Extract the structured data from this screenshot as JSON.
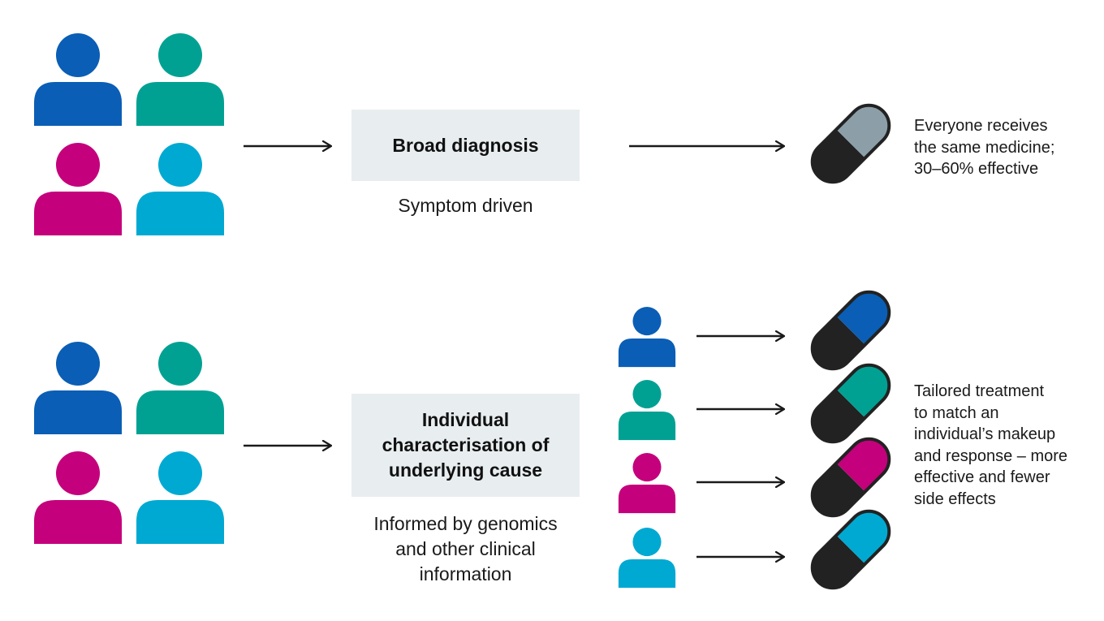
{
  "colors": {
    "dark_blue": "#0a5eb5",
    "teal": "#00a193",
    "magenta": "#c4007c",
    "light_blue": "#00a9d2",
    "pill_grey": "#8c9fa9",
    "pill_dark": "#222222",
    "box_background": "#e8edf0"
  },
  "icons": {
    "person": "person-icon",
    "arrow": "right-arrow-icon",
    "pill": "capsule-pill-icon"
  },
  "top_row": {
    "box_label": "Broad diagnosis",
    "caption": "Symptom driven",
    "outcome": "Everyone receives\nthe same medicine;\n30–60% effective",
    "patient_colors": [
      "dark_blue",
      "teal",
      "magenta",
      "light_blue"
    ],
    "pill_color": "pill_grey"
  },
  "bottom_row": {
    "box_label": "Individual\ncharacterisation of\nunderlying cause",
    "caption": "Informed by genomics\nand other clinical\ninformation",
    "outcome": "Tailored treatment\nto match an\nindividual’s makeup\nand response – more\neffective and fewer\nside effects",
    "patient_colors": [
      "dark_blue",
      "teal",
      "magenta",
      "light_blue"
    ],
    "individual_colors": [
      "dark_blue",
      "teal",
      "magenta",
      "light_blue"
    ]
  }
}
